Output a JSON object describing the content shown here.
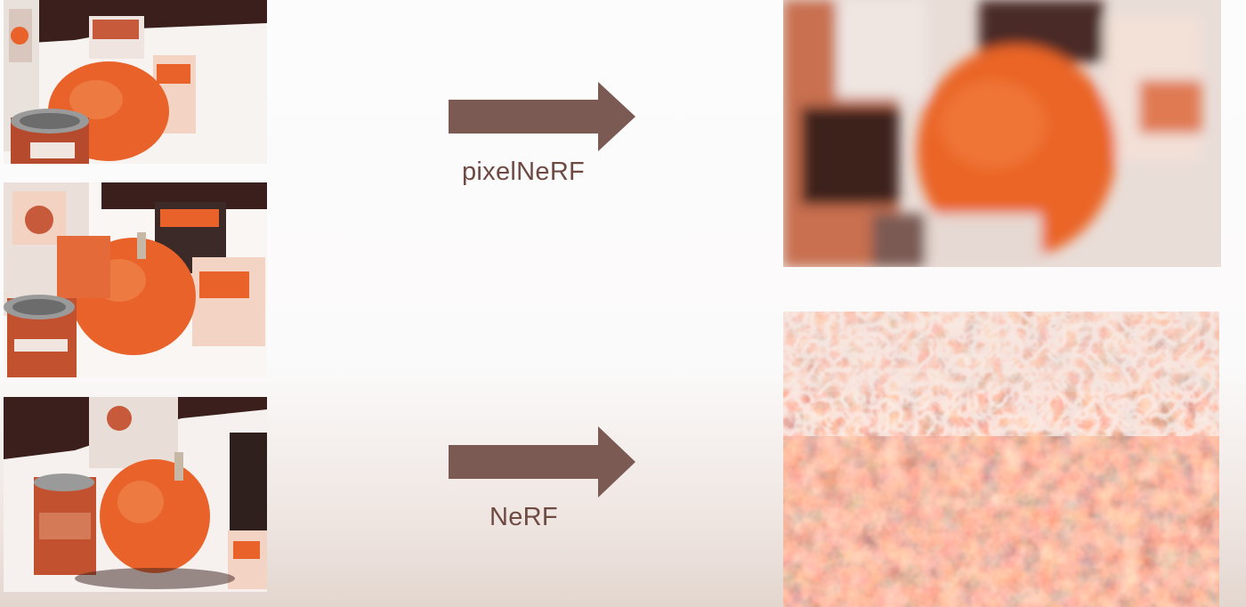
{
  "methods": {
    "top_label": "pixelNeRF",
    "bottom_label": "NeRF"
  },
  "colors": {
    "arrow": "#7a5a53",
    "label_text": "#6e4a42",
    "pumpkin": "#e8622a",
    "dark_background": "#3a1f1c",
    "background": "#fcfbfb"
  },
  "panels": {
    "inputs": [
      "input-view-1",
      "input-view-2",
      "input-view-3"
    ],
    "outputs": [
      "pixelnerf-render",
      "nerf-render"
    ]
  }
}
